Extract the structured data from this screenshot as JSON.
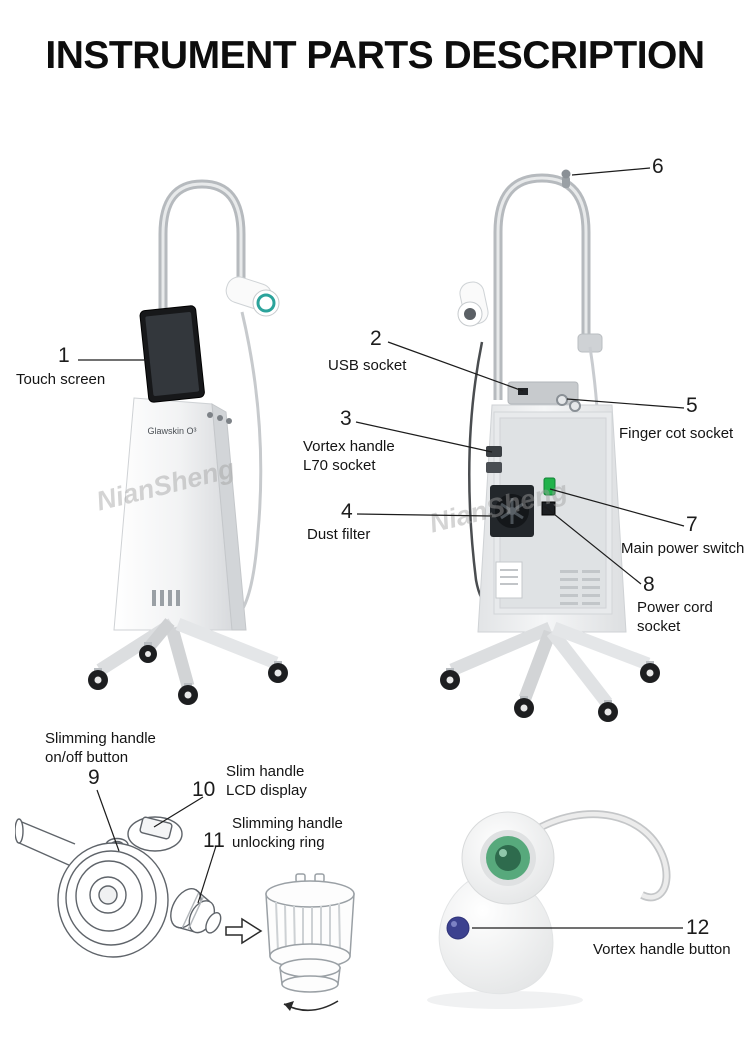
{
  "title": "INSTRUMENT PARTS DESCRIPTION",
  "brand": "Glawskin O³",
  "watermark": "NianSheng",
  "callouts": {
    "c1": {
      "num": "1",
      "label": "Touch screen"
    },
    "c2": {
      "num": "2",
      "label": "USB socket"
    },
    "c3": {
      "num": "3",
      "label": "Vortex handle\nL70 socket"
    },
    "c4": {
      "num": "4",
      "label": "Dust filter"
    },
    "c5": {
      "num": "5",
      "label": "Finger cot socket"
    },
    "c6": {
      "num": "6",
      "label": ""
    },
    "c7": {
      "num": "7",
      "label": "Main power switch"
    },
    "c8": {
      "num": "8",
      "label": "Power cord socket"
    },
    "c9": {
      "num": "9",
      "label": "Slimming handle\non/off button"
    },
    "c10": {
      "num": "10",
      "label": "Slim handle\nLCD display"
    },
    "c11": {
      "num": "11",
      "label": "Slimming handle\nunlocking ring"
    },
    "c12": {
      "num": "12",
      "label": "Vortex handle button"
    }
  },
  "colors": {
    "power_switch_green": "#21b24b",
    "vortex_button_blue": "#3c418f",
    "vortex_ring_green": "#57a97c",
    "handpiece_ring_teal": "#2ba39b"
  }
}
